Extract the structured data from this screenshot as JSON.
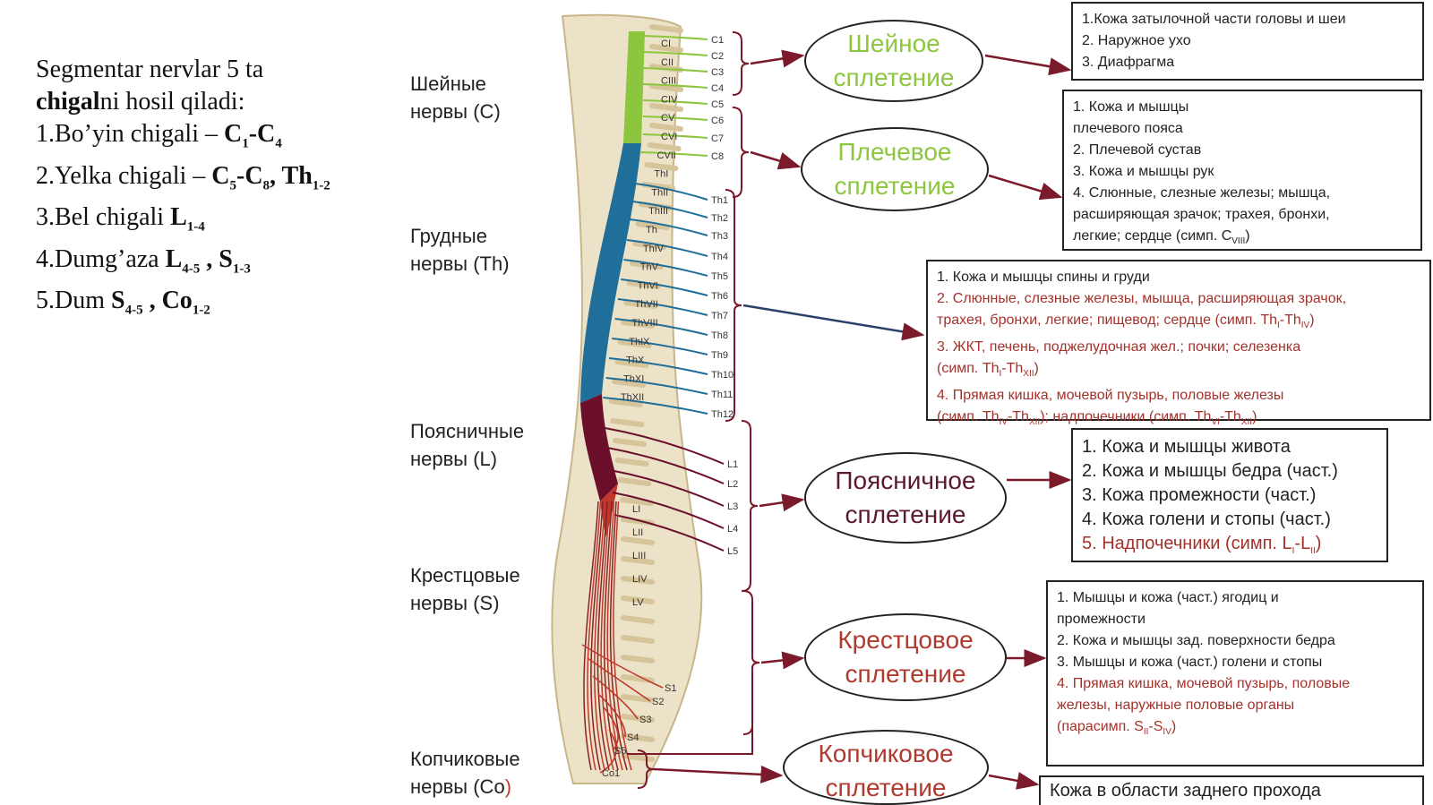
{
  "intro": {
    "line1": "Segmentar nervlar 5 ta",
    "line2_bold": "chigal",
    "line2_rest": "ni hosil qiladi:",
    "items": [
      {
        "prefix": "1.Bo’yin chigali – ",
        "b1": "C",
        "s1": "1",
        "sep": "-",
        "b2": "C",
        "s2": "4"
      },
      {
        "prefix": "2.Yelka chigali – ",
        "b1": "C",
        "s1": "5",
        "sep": "-",
        "b2": "C",
        "s2": "8",
        "tail_b": ", Th",
        "tail_s": "1-2"
      },
      {
        "prefix": "3.Bel chigali ",
        "b1": "L",
        "s1": "1-4"
      },
      {
        "prefix": "4.Dumg’aza ",
        "b1": "L",
        "s1": "4-5",
        "sep": " , ",
        "b2": "S",
        "s2": "1-3"
      },
      {
        "prefix": "5.Dum ",
        "b1": "S",
        "s1": "4-5",
        "sep": " , ",
        "b2": "Co",
        "s2": "1-2"
      }
    ]
  },
  "nerve_groups": [
    {
      "l1": "Шейные",
      "l2": "нервы (C)"
    },
    {
      "l1": "Грудные",
      "l2": "нервы (Th)"
    },
    {
      "l1": "Поясничные",
      "l2": "нервы (L)"
    },
    {
      "l1": "Крестцовые",
      "l2": "нервы (S)"
    },
    {
      "l1": "Копчиковые",
      "l2": "нервы (Co",
      "l2_end": ")"
    }
  ],
  "plexuses": [
    {
      "l1": "Шейное",
      "l2": "сплетение",
      "color": "#8dc63f"
    },
    {
      "l1": "Плечевое",
      "l2": "сплетение",
      "color": "#8dc63f"
    },
    {
      "l1": "Поясничное",
      "l2": "сплетение",
      "color": "#5b1a2b"
    },
    {
      "l1": "Крестцовое",
      "l2": "сплетение",
      "color": "#b03a2e"
    },
    {
      "l1": "Копчиковое",
      "l2": "сплетение",
      "color": "#b03a2e"
    }
  ],
  "boxes": {
    "cervical": [
      "1.Кожа затылочной части головы и шеи",
      "2. Наружное ухо",
      "3. Диафрагма"
    ],
    "brachial": [
      "1. Кожа и мышцы",
      "плечевого пояса",
      "2. Плечевой сустав",
      "3. Кожа и мышцы рук",
      "4. Слюнные, слезные железы; мышца,",
      "расширяющая зрачок; трахея, бронхи,",
      "легкие; сердце (симп. C",
      "VIII",
      ")"
    ],
    "thoracic": {
      "r1": "1. Кожа и мышцы спины и груди",
      "r2": "2. Слюнные, слезные железы, мышца, расширяющая зрачок,",
      "r3a": "трахея, бронхи, легкие; пищевод; сердце (симп. Th",
      "r3s1": "I",
      "r3m": "-Th",
      "r3s2": "IV",
      "r3e": ")",
      "r4": "3. ЖКТ, печень, поджелудочная жел.; почки; селезенка",
      "r5a": "(симп. Th",
      "r5s1": "I",
      "r5m": "-Th",
      "r5s2": "XII",
      "r5e": ")",
      "r6": "4. Прямая кишка, мочевой пузырь, половые железы",
      "r7a": "(симп. Th",
      "r7s1": "IV",
      "r7m": "-Th",
      "r7s2": "XII",
      "r7e": "); надпочечники (симп. Th",
      "r7s3": "VI",
      "r7m2": "-Th",
      "r7s4": "XII",
      "r7e2": ")"
    },
    "lumbar": {
      "r1": "1. Кожа и мышцы живота",
      "r2": "2. Кожа и мышцы бедра (част.)",
      "r3": "3. Кожа промежности (част.)",
      "r4": "4. Кожа голени и стопы (част.)",
      "r5a": "5. Надпочечники (симп. L",
      "r5s1": "I",
      "r5m": "-L",
      "r5s2": "II",
      "r5e": ")"
    },
    "sacral": {
      "r1": "1. Мышцы и кожа (част.) ягодиц и",
      "r2": "промежности",
      "r3": "2. Кожа и мышцы зад. поверхности бедра",
      "r4": "3. Мышцы и кожа (част.) голени и стопы",
      "r5": "4. Прямая кишка, мочевой пузырь, половые",
      "r6": "железы, наружные половые органы",
      "r7a": "(парасимп. S",
      "r7s1": "II",
      "r7m": "-S",
      "r7s2": "IV",
      "r7e": ")"
    },
    "coccygeal": "Кожа в области заднего прохода"
  },
  "vertebra_labels": [
    "CI",
    "CII",
    "CIII",
    "CIV",
    "CV",
    "CVI",
    "CVII",
    "ThI",
    "ThII",
    "ThIII",
    "Th",
    "ThIV",
    "ThV",
    "ThVI",
    "ThVII",
    "ThVIII",
    "ThIX",
    "ThX",
    "ThXI",
    "ThXII",
    "LI",
    "LII",
    "LIII",
    "LIV",
    "LV"
  ],
  "nerve_labels": [
    "C1",
    "C2",
    "C3",
    "C4",
    "C5",
    "C6",
    "C7",
    "C8",
    "Th1",
    "Th2",
    "Th3",
    "Th4",
    "Th5",
    "Th6",
    "Th7",
    "Th8",
    "Th9",
    "Th10",
    "Th11",
    "Th12",
    "L1",
    "L2",
    "L3",
    "L4",
    "L5",
    "S1",
    "S2",
    "S3",
    "S4",
    "S5",
    "Co1"
  ],
  "colors": {
    "cervical": "#8cc63e",
    "thoracic": "#1f6f9a",
    "lumbar": "#6b0f2a",
    "sacral": "#c0392b",
    "bone": "#e8dcc0",
    "arrow": "#7a1a2a",
    "bracket": "#7a1a2a"
  }
}
